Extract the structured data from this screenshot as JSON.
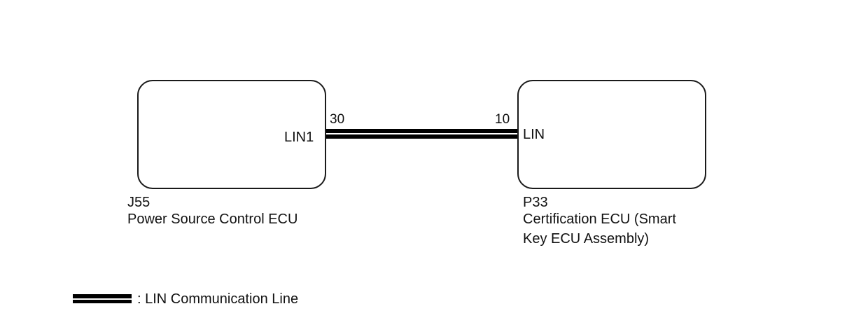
{
  "left_ecu": {
    "connector": "J55",
    "name": "Power Source Control ECU",
    "terminal_label": "LIN1",
    "pin_number": "30"
  },
  "right_ecu": {
    "connector": "P33",
    "name_line1": "Certification ECU (Smart",
    "name_line2": "Key ECU Assembly)",
    "terminal_label": "LIN",
    "pin_number": "10"
  },
  "legend": {
    "label": ": LIN Communication Line"
  },
  "colors": {
    "line": "#000000",
    "box_border": "#1a1a1a",
    "text": "#111111",
    "background": "#ffffff"
  }
}
